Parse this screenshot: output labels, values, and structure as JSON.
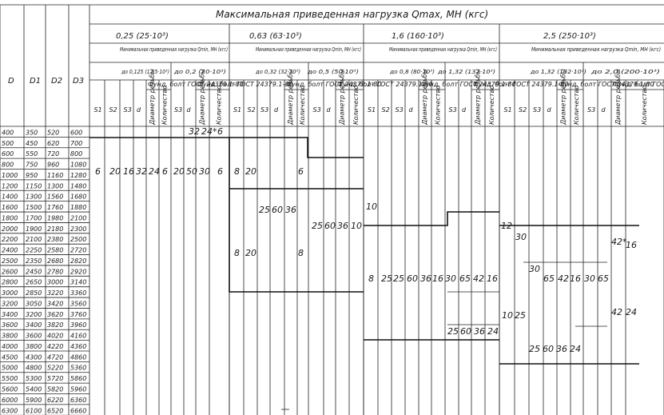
{
  "title": "Максимальная приведенная нагрузка Qmax, МН (кгс)",
  "dia_headers": [
    "D",
    "D1",
    "D2",
    "D3"
  ],
  "groups": [
    {
      "label": "0,25 (25·10³)",
      "sub": "Минимальная приведенная нагрузка Qmin, МН (кгс)",
      "c1": "до 0,125 (12,5·10³)",
      "c2": "до 0,2 (20·10³)"
    },
    {
      "label": "0,63 (63·10³)",
      "sub": "Минимальная приведенная нагрузка Qmin, МН (кгс)",
      "c1": "до 0,32 (32·10³)",
      "c2": "до 0,5 (50·10³)"
    },
    {
      "label": "1,6 (160·10³)",
      "sub": "Минимальная приведенная нагрузка Qmin, МН (кгс)",
      "c1": "до 0,8 (80·10³)",
      "c2": "до 1,32 (132·10³)"
    },
    {
      "label": "2,5 (250·10³)",
      "sub": "Минимальная приведенная нагрузка Qmin, МН (кгс)",
      "c1": "до 1,32 (132·10³)",
      "c2": "до 2,0 (200·10³)"
    }
  ],
  "col_labels": {
    "s1": "S1",
    "s2": "S2",
    "s3": "S3",
    "d": "d",
    "gost": "Фунд. болт ГОСТ 24379.1-80",
    "thread": "Диаметр резьбы",
    "qty": "Количество"
  },
  "rows": [
    [
      "400",
      "350",
      "520",
      "600"
    ],
    [
      "500",
      "450",
      "620",
      "700"
    ],
    [
      "600",
      "550",
      "720",
      "800"
    ],
    [
      "800",
      "750",
      "960",
      "1080"
    ],
    [
      "1000",
      "950",
      "1160",
      "1280"
    ],
    [
      "1200",
      "1150",
      "1300",
      "1480"
    ],
    [
      "1400",
      "1300",
      "1560",
      "1680"
    ],
    [
      "1600",
      "1500",
      "1760",
      "1880"
    ],
    [
      "1800",
      "1700",
      "1980",
      "2100"
    ],
    [
      "2000",
      "1900",
      "2180",
      "2300"
    ],
    [
      "2200",
      "2100",
      "2380",
      "2500"
    ],
    [
      "2400",
      "2250",
      "2580",
      "2720"
    ],
    [
      "2500",
      "2350",
      "2680",
      "2820"
    ],
    [
      "2600",
      "2450",
      "2780",
      "2920"
    ],
    [
      "2800",
      "2650",
      "3000",
      "3140"
    ],
    [
      "3000",
      "2850",
      "3220",
      "3360"
    ],
    [
      "3200",
      "3050",
      "3420",
      "3560"
    ],
    [
      "3400",
      "3200",
      "3620",
      "3760"
    ],
    [
      "3600",
      "3400",
      "3820",
      "3960"
    ],
    [
      "3800",
      "3600",
      "4020",
      "4160"
    ],
    [
      "4000",
      "3800",
      "4220",
      "4360"
    ],
    [
      "4500",
      "4300",
      "4720",
      "4860"
    ],
    [
      "5000",
      "4800",
      "5220",
      "5360"
    ],
    [
      "5500",
      "5300",
      "5720",
      "5860"
    ],
    [
      "5600",
      "5400",
      "5820",
      "5960"
    ],
    [
      "6000",
      "5900",
      "6220",
      "6360"
    ],
    [
      "6300",
      "6100",
      "6520",
      "6660"
    ]
  ],
  "values": [
    {
      "id": "g1-d-top",
      "text": "32"
    },
    {
      "id": "g1-thread-top",
      "text": "24*"
    },
    {
      "id": "g1-qty-top",
      "text": "6"
    },
    {
      "id": "g1-s1",
      "text": "6"
    },
    {
      "id": "g1-s2",
      "text": "20"
    },
    {
      "id": "g1-s3",
      "text": "16"
    },
    {
      "id": "g1-d",
      "text": "32"
    },
    {
      "id": "g1-thr",
      "text": "24"
    },
    {
      "id": "g1-qty",
      "text": "6"
    },
    {
      "id": "g1-s3b",
      "text": "20"
    },
    {
      "id": "g1-db",
      "text": "50"
    },
    {
      "id": "g1-thrb",
      "text": "30"
    },
    {
      "id": "g1-qtyb",
      "text": "6"
    },
    {
      "id": "g2-s1a",
      "text": "8"
    },
    {
      "id": "g2-s2a",
      "text": "20"
    },
    {
      "id": "g2-qty-a",
      "text": "6"
    },
    {
      "id": "g2-s3",
      "text": "25"
    },
    {
      "id": "g2-d",
      "text": "60"
    },
    {
      "id": "g2-thr",
      "text": "36"
    },
    {
      "id": "g2-s3b",
      "text": "25"
    },
    {
      "id": "g2-db",
      "text": "60"
    },
    {
      "id": "g2-thrb",
      "text": "36"
    },
    {
      "id": "g2-qtyb",
      "text": "10"
    },
    {
      "id": "g2-s1b",
      "text": "8"
    },
    {
      "id": "g2-s2b",
      "text": "20"
    },
    {
      "id": "g2-s3c",
      "text": "8"
    },
    {
      "id": "g3-s1a",
      "text": "10"
    },
    {
      "id": "g3-s1",
      "text": "8"
    },
    {
      "id": "g3-s2",
      "text": "25"
    },
    {
      "id": "g3-s3",
      "text": "25"
    },
    {
      "id": "g3-d",
      "text": "60"
    },
    {
      "id": "g3-thr",
      "text": "36"
    },
    {
      "id": "g3-qty",
      "text": "16"
    },
    {
      "id": "g3-s3b",
      "text": "30"
    },
    {
      "id": "g3-db",
      "text": "65"
    },
    {
      "id": "g3-thrb",
      "text": "42"
    },
    {
      "id": "g3-qtyb",
      "text": "16"
    },
    {
      "id": "g3-s3c",
      "text": "25"
    },
    {
      "id": "g3-dc",
      "text": "60"
    },
    {
      "id": "g3-thrc",
      "text": "36"
    },
    {
      "id": "g3-qtyc",
      "text": "24"
    },
    {
      "id": "g4-s1a",
      "text": "12"
    },
    {
      "id": "g4-s2a",
      "text": "30"
    },
    {
      "id": "g4-s2b",
      "text": "30"
    },
    {
      "id": "g4-s3",
      "text": "65"
    },
    {
      "id": "g4-d",
      "text": "42"
    },
    {
      "id": "g4-thr",
      "text": "16"
    },
    {
      "id": "g4-s3b",
      "text": "30"
    },
    {
      "id": "g4-db",
      "text": "65"
    },
    {
      "id": "g4-thr-a",
      "text": "42*"
    },
    {
      "id": "g4-qty-a",
      "text": "16"
    },
    {
      "id": "g4-s1b",
      "text": "10"
    },
    {
      "id": "g4-s2c",
      "text": "25"
    },
    {
      "id": "g4-thr-b",
      "text": "42"
    },
    {
      "id": "g4-qty-b",
      "text": "24"
    },
    {
      "id": "g4-s3c",
      "text": "25"
    },
    {
      "id": "g4-dc",
      "text": "60"
    },
    {
      "id": "g4-thrc",
      "text": "36"
    },
    {
      "id": "g4-qtyc",
      "text": "24"
    }
  ]
}
